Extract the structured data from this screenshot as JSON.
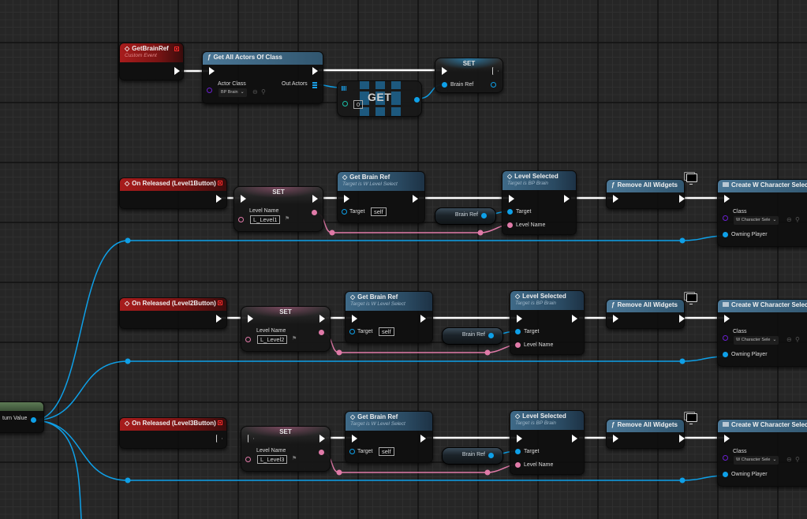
{
  "graph": {
    "type": "Unreal Engine Blueprint Event Graph",
    "colors": {
      "background": "#262626",
      "exec_wire": "#ffffff",
      "object_wire": "#0ea0e8",
      "name_wire": "#e07aa8",
      "class_pin": "#6a1fd0",
      "event_header": "#a81c1c",
      "function_header": "#3f6a88",
      "pure_header": "#5d7a55"
    }
  },
  "return_node": {
    "pin_label": "turn Value"
  },
  "row0": {
    "event": {
      "title": "GetBrainRef",
      "subtitle": "Custom Event"
    },
    "get_all_actors": {
      "title": "Get All Actors Of Class",
      "actor_class_label": "Actor Class",
      "actor_class_value": "BP Brain",
      "out_actors_label": "Out Actors"
    },
    "get_node": {
      "title": "GET",
      "index_value": "0"
    },
    "set_node": {
      "title": "SET",
      "pin_label": "Brain Ref"
    }
  },
  "rows": [
    {
      "event": {
        "title": "On Released (Level1Button)"
      },
      "set_node": {
        "title": "SET",
        "pin_label": "Level Name",
        "value": "L_Level1"
      },
      "get_brain_ref": {
        "title": "Get Brain Ref",
        "subtitle": "Target is W Level Select",
        "target_label": "Target",
        "target_value": "self"
      },
      "brain_ref_var": {
        "label": "Brain Ref"
      },
      "level_selected": {
        "title": "Level Selected",
        "subtitle": "Target is BP Brain",
        "target_label": "Target",
        "level_name_label": "Level Name"
      },
      "remove_widgets": {
        "title": "Remove All Widgets"
      },
      "create_widget": {
        "title": "Create W Character Select",
        "class_label": "Class",
        "class_value": "W Character Sele",
        "owning_player_label": "Owning Player"
      },
      "exec_connected": true
    },
    {
      "event": {
        "title": "On Released (Level2Button)"
      },
      "set_node": {
        "title": "SET",
        "pin_label": "Level Name",
        "value": "L_Level2"
      },
      "get_brain_ref": {
        "title": "Get Brain Ref",
        "subtitle": "Target is W Level Select",
        "target_label": "Target",
        "target_value": "self"
      },
      "brain_ref_var": {
        "label": "Brain Ref"
      },
      "level_selected": {
        "title": "Level Selected",
        "subtitle": "Target is BP Brain",
        "target_label": "Target",
        "level_name_label": "Level Name"
      },
      "remove_widgets": {
        "title": "Remove All Widgets"
      },
      "create_widget": {
        "title": "Create W Character Select",
        "class_label": "Class",
        "class_value": "W Character Sele",
        "owning_player_label": "Owning Player"
      },
      "exec_connected": true
    },
    {
      "event": {
        "title": "On Released (Level3Button)"
      },
      "set_node": {
        "title": "SET",
        "pin_label": "Level Name",
        "value": "L_Level3"
      },
      "get_brain_ref": {
        "title": "Get Brain Ref",
        "subtitle": "Target is W Level Select",
        "target_label": "Target",
        "target_value": "self"
      },
      "brain_ref_var": {
        "label": "Brain Ref"
      },
      "level_selected": {
        "title": "Level Selected",
        "subtitle": "Target is BP Brain",
        "target_label": "Target",
        "level_name_label": "Level Name"
      },
      "remove_widgets": {
        "title": "Remove All Widgets"
      },
      "create_widget": {
        "title": "Create W Character Select",
        "class_label": "Class",
        "class_value": "W Character Sele",
        "owning_player_label": "Owning Player"
      },
      "exec_connected": false
    }
  ]
}
